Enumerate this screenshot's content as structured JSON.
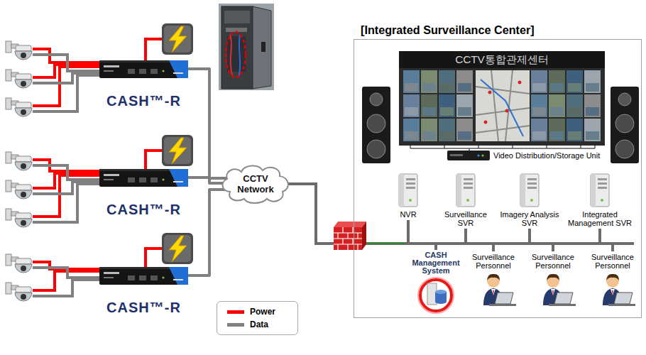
{
  "diagram": {
    "nodes": [
      {
        "text": [
          "CASH™-R"
        ]
      },
      {
        "text": [
          "CASH™-R"
        ]
      },
      {
        "text": [
          "CASH™-R"
        ]
      },
      {
        "text": [
          "CCTV Network"
        ]
      },
      {
        "text": [
          "[Integrated Surveillance Center]"
        ]
      },
      {
        "text": [
          "CCTV통합관제센터"
        ],
        "in": 4
      },
      {
        "text": [
          "Video Distribution/Storage Unit"
        ],
        "in": 4
      },
      {
        "text": [
          "NVR"
        ],
        "in": 4
      },
      {
        "text": [
          "Surveillance SVR"
        ],
        "in": 4
      },
      {
        "text": [
          "Imagery Analysis SVR"
        ],
        "in": 4
      },
      {
        "text": [
          "Integrated Management SVR"
        ],
        "in": 4
      },
      {
        "text": [
          "CASH Management System"
        ],
        "in": 4
      },
      {
        "text": [
          "Surveillance Personnel"
        ],
        "in": 4
      },
      {
        "text": [
          "Surveillance Personnel"
        ],
        "in": 4
      },
      {
        "text": [
          "Surveillance Personnel"
        ],
        "in": 4
      }
    ],
    "edges": [
      {
        "from": 0,
        "to": 3,
        "arrow": "none"
      },
      {
        "from": 1,
        "to": 3,
        "arrow": "none"
      },
      {
        "from": 2,
        "to": 3,
        "arrow": "none"
      },
      {
        "from": 3,
        "to": 7,
        "arrow": "none"
      },
      {
        "from": 3,
        "to": 8,
        "arrow": "none"
      },
      {
        "from": 3,
        "to": 9,
        "arrow": "none"
      },
      {
        "from": 3,
        "to": 10,
        "arrow": "none"
      },
      {
        "from": 3,
        "to": 11,
        "arrow": "none"
      },
      {
        "from": 3,
        "to": 12,
        "arrow": "none"
      },
      {
        "from": 3,
        "to": 13,
        "arrow": "none"
      },
      {
        "from": 3,
        "to": 14,
        "arrow": "none"
      }
    ],
    "legend": [
      {
        "text": "Power",
        "color": "#ff0000"
      },
      {
        "text": "Data",
        "color": "#808080"
      }
    ]
  }
}
